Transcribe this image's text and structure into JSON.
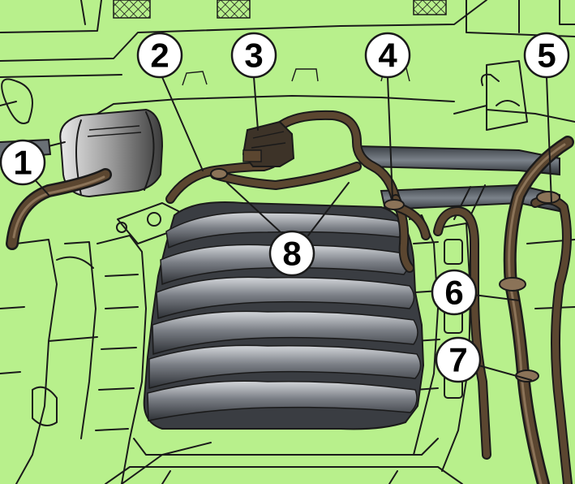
{
  "diagram": {
    "colors": {
      "background": "#b8f08c",
      "hose_brown": "#5b4630",
      "hose_highlight": "#8b7358",
      "pipe_grey": "#5a6168",
      "bellows_dark": "#3a3d42",
      "bellows_light": "#c9ccd1",
      "outline": "#1a1a1a"
    },
    "callouts": [
      {
        "label": "1"
      },
      {
        "label": "2"
      },
      {
        "label": "3"
      },
      {
        "label": "4"
      },
      {
        "label": "5"
      },
      {
        "label": "6"
      },
      {
        "label": "7"
      },
      {
        "label": "8"
      }
    ]
  }
}
